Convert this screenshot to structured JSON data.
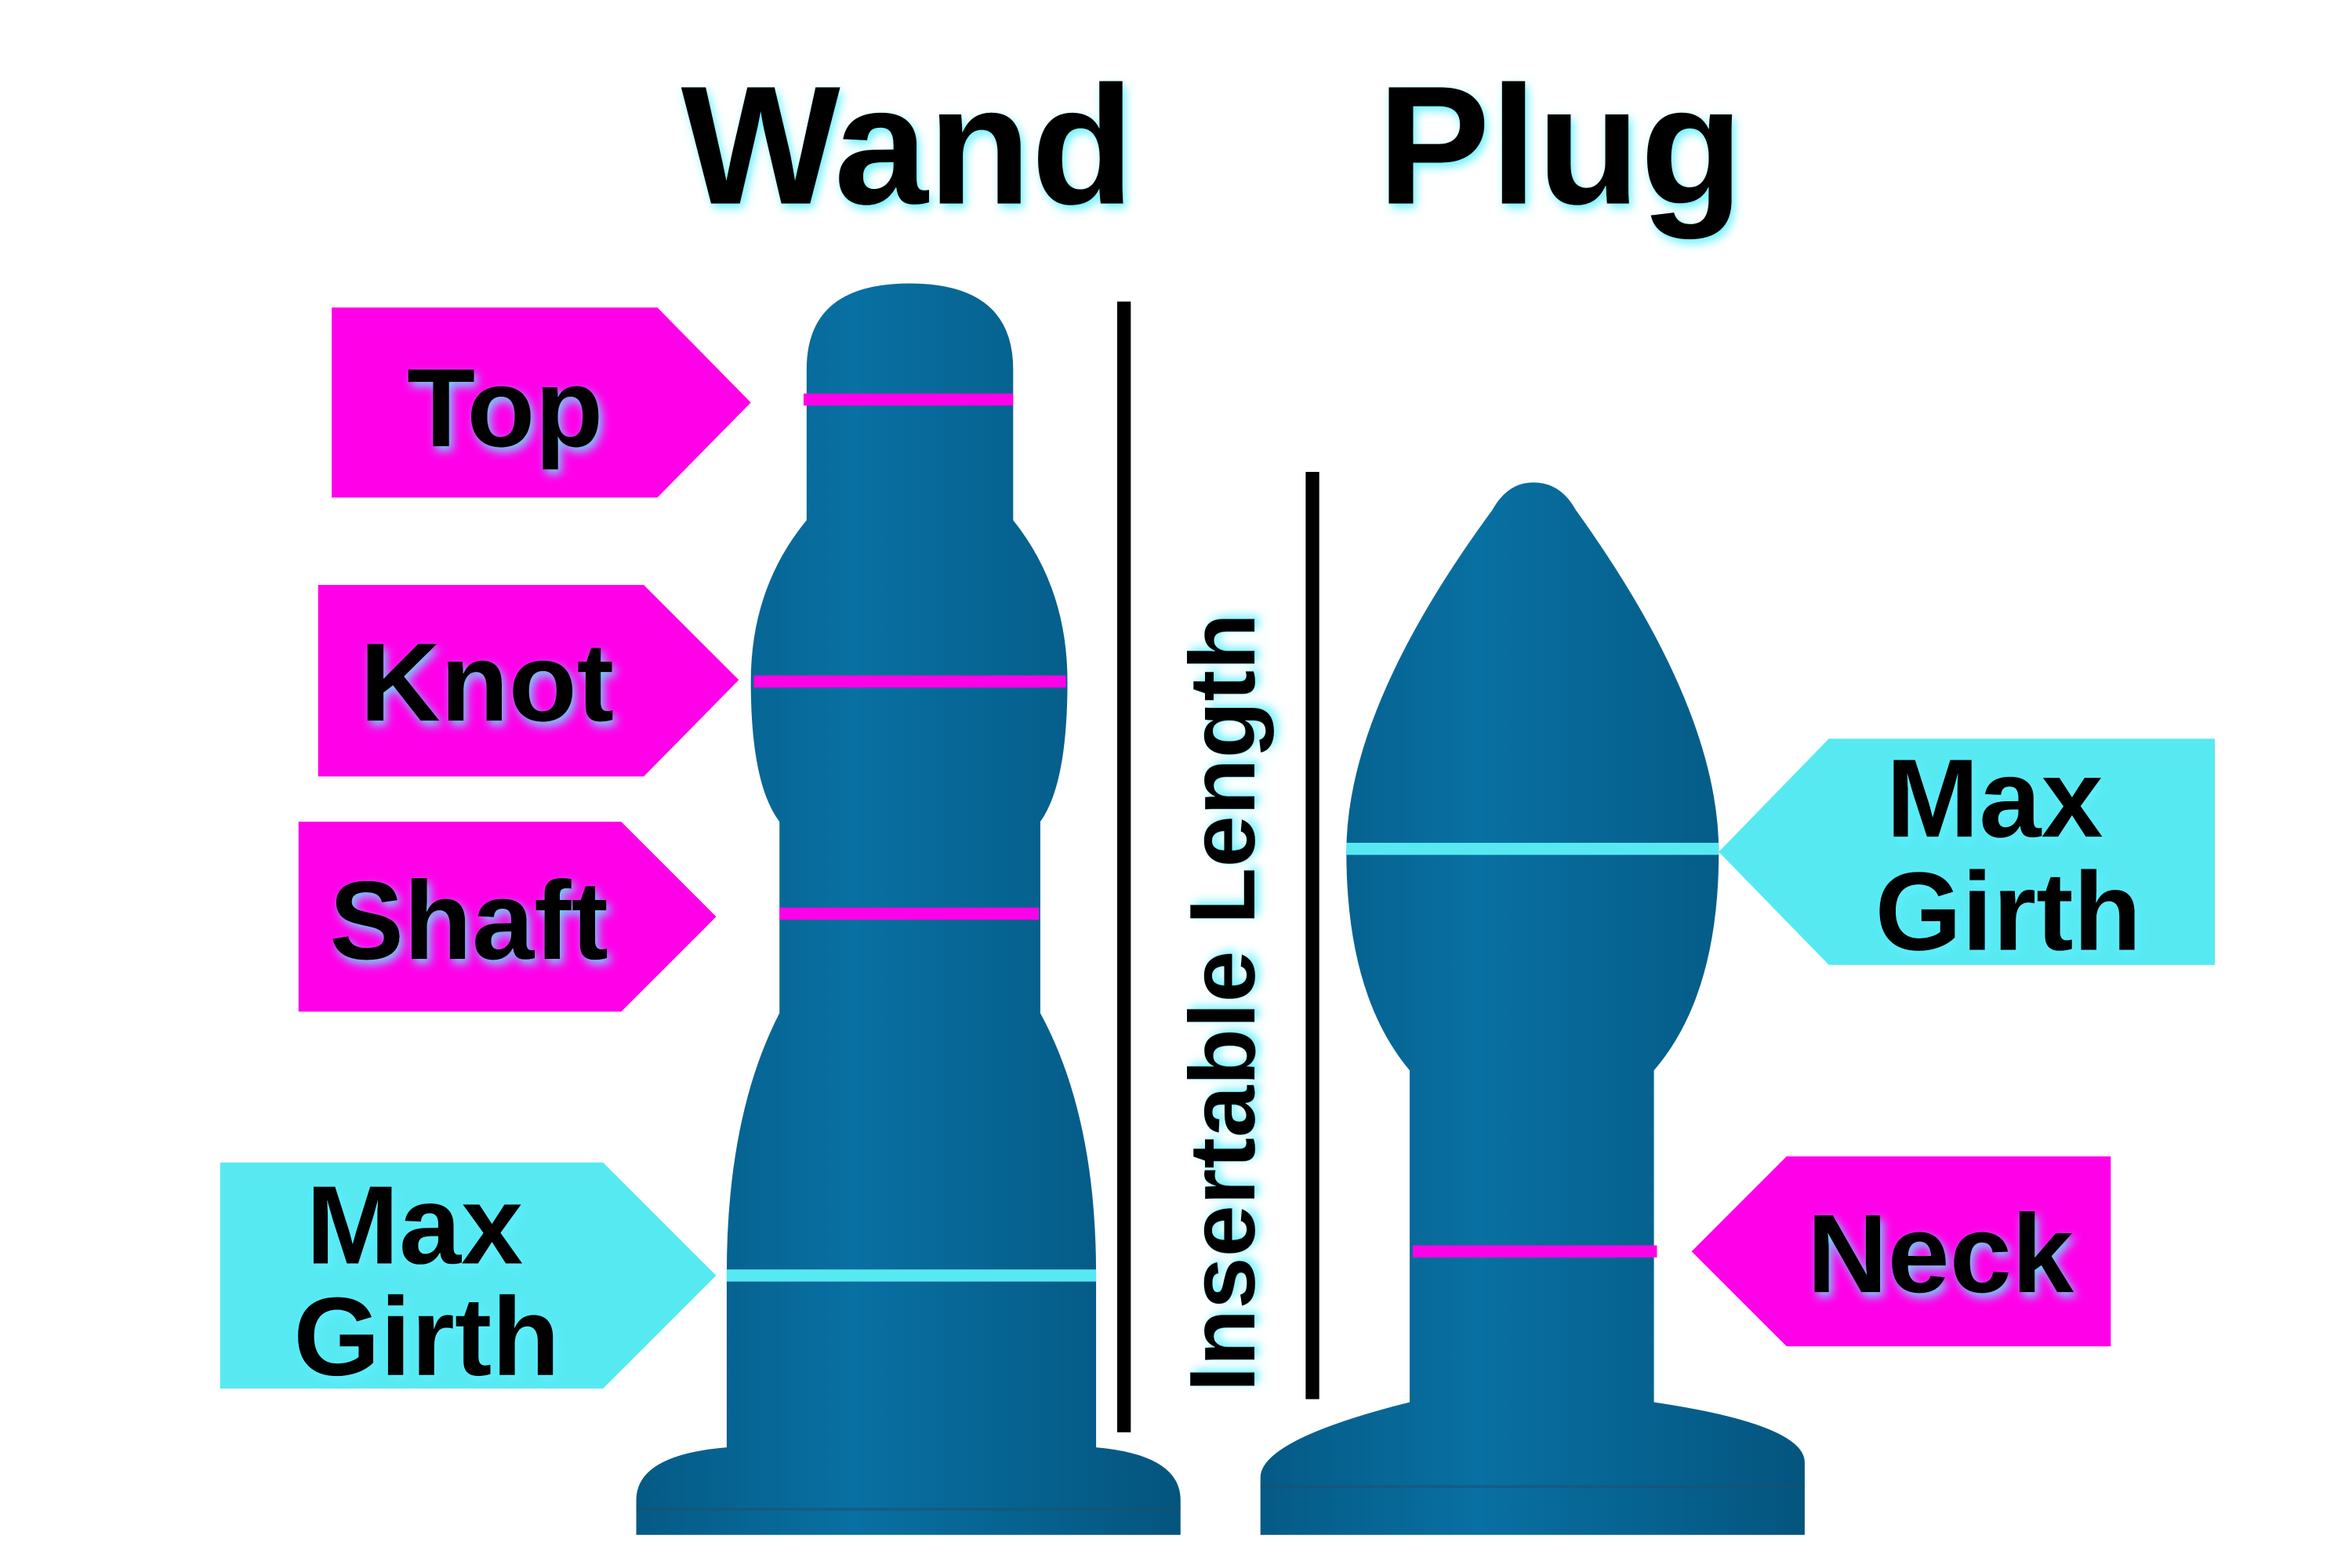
{
  "titles": {
    "wand": "Wand",
    "plug": "Plug"
  },
  "wand_labels": {
    "top": "Top",
    "knot": "Knot",
    "shaft": "Shaft",
    "max_girth": [
      "Max",
      "Girth"
    ]
  },
  "plug_labels": {
    "max_girth": [
      "Max",
      "Girth"
    ],
    "neck": "Neck"
  },
  "insertable_length": "Insertable Length",
  "colors": {
    "magenta": "#ff00e8",
    "cyan": "#57e9f2",
    "toy_body": "#06689a",
    "text": "#000000"
  }
}
